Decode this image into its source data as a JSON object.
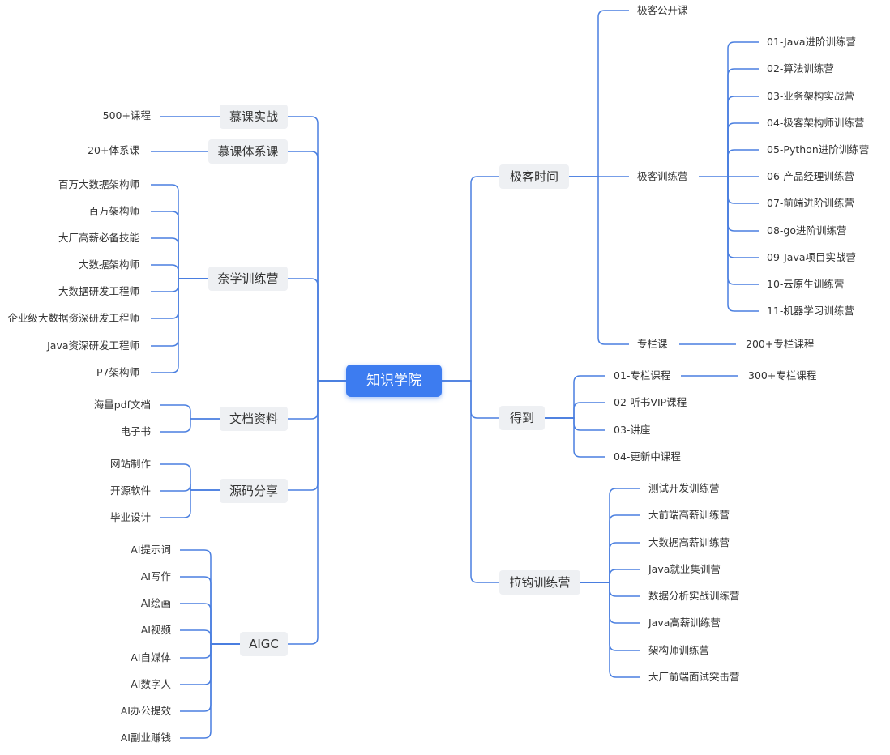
{
  "root": "知识学院",
  "accent_color": "#3d7cf0",
  "line_color": "#4a7fe0",
  "left": [
    {
      "label": "慕课实战",
      "children": [
        "500+课程"
      ]
    },
    {
      "label": "慕课体系课",
      "children": [
        "20+体系课"
      ]
    },
    {
      "label": "奈学训练营",
      "children": [
        "百万大数据架构师",
        "百万架构师",
        "大厂高薪必备技能",
        "大数据架构师",
        "大数据研发工程师",
        "企业级大数据资深研发工程师",
        "Java资深研发工程师",
        "P7架构师"
      ]
    },
    {
      "label": "文档资料",
      "children": [
        "海量pdf文档",
        "电子书"
      ]
    },
    {
      "label": "源码分享",
      "children": [
        "网站制作",
        "开源软件",
        "毕业设计"
      ]
    },
    {
      "label": "AIGC",
      "children": [
        "AI提示词",
        "AI写作",
        "AI绘画",
        "AI视频",
        "AI自媒体",
        "AI数字人",
        "AI办公提效",
        "AI副业赚钱"
      ]
    }
  ],
  "right": [
    {
      "label": "极客时间",
      "children": [
        {
          "label": "极客公开课"
        },
        {
          "label": "极客训练营",
          "children": [
            "01-Java进阶训练营",
            "02-算法训练营",
            "03-业务架构实战营",
            "04-极客架构师训练营",
            "05-Python进阶训练营",
            "06-产品经理训练营",
            "07-前端进阶训练营",
            "08-go进阶训练营",
            "09-Java项目实战营",
            "10-云原生训练营",
            "11-机器学习训练营"
          ]
        },
        {
          "label": "专栏课",
          "children": [
            "200+专栏课程"
          ]
        }
      ]
    },
    {
      "label": "得到",
      "children": [
        {
          "label": "01-专栏课程",
          "children": [
            "300+专栏课程"
          ]
        },
        {
          "label": "02-听书VIP课程"
        },
        {
          "label": "03-讲座"
        },
        {
          "label": "04-更新中课程"
        }
      ]
    },
    {
      "label": "拉钩训练营",
      "children": [
        {
          "label": "测试开发训练营"
        },
        {
          "label": "大前端高薪训练营"
        },
        {
          "label": "大数据高薪训练营"
        },
        {
          "label": "Java就业集训营"
        },
        {
          "label": "数据分析实战训练营"
        },
        {
          "label": "Java高薪训练营"
        },
        {
          "label": "架构师训练营"
        },
        {
          "label": "大厂前端面试突击营"
        }
      ]
    }
  ]
}
